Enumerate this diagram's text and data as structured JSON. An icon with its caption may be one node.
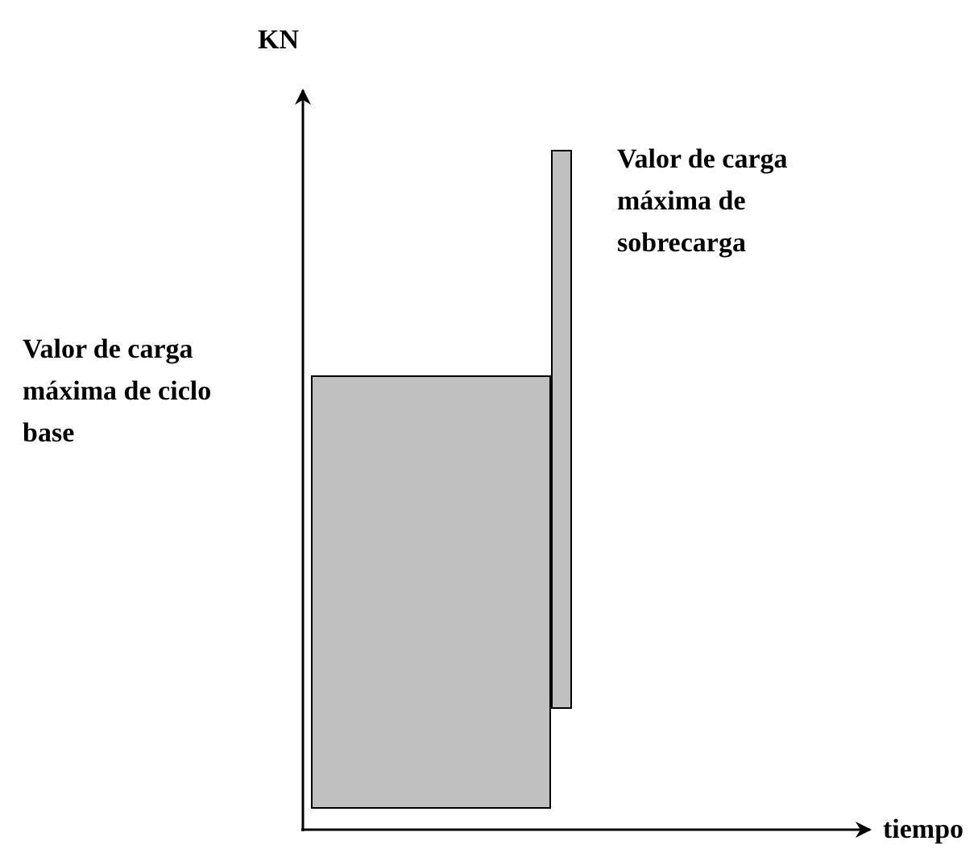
{
  "diagram": {
    "nodes": [
      {
        "text": [],
        "shape": "bar",
        "beside": [
          "Valor de carga máxima de ciclo base"
        ]
      },
      {
        "text": [],
        "shape": "bar",
        "beside": [
          "Valor de carga máxima de sobrecarga"
        ]
      }
    ],
    "labels": [
      "KN",
      "tiempo"
    ]
  }
}
